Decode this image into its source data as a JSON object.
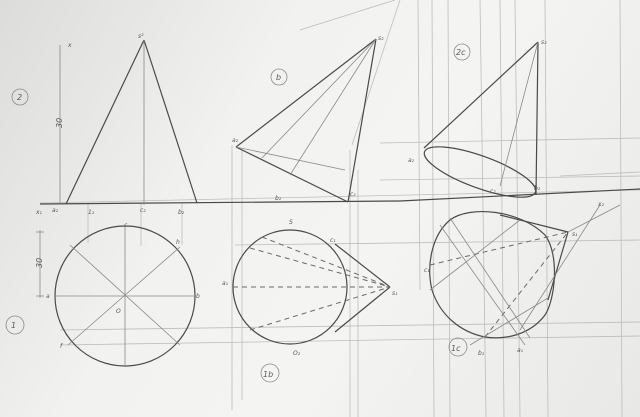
{
  "view_numbers": {
    "left_front": "2",
    "left_top": "1",
    "mid_front": "b",
    "mid_top": "1b",
    "right_front": "2c",
    "right_top": "1c"
  },
  "dimensions": {
    "height": "30",
    "radius": "30"
  },
  "axis_marks": {
    "axis_letter": "x",
    "axis_end": "x₁"
  },
  "point_labels": {
    "a_s2": "s²",
    "a_a2": "a₂",
    "a_12": "1₂",
    "a_c2": "c₂",
    "a_b2": "b₂",
    "a_c": "c",
    "a_b": "b",
    "a_a": "a",
    "a_o": "O",
    "a_f": "f",
    "a_h": "h",
    "b_s2": "s₂",
    "b_a2": "a₂",
    "b_b2": "b₂",
    "b_c2": "c₂",
    "b_s": "S",
    "b_s1": "s₁",
    "b_a1": "a₁",
    "b_c1": "c₁",
    "b_o": "O₂",
    "c_s2": "s₂",
    "c_a2": "a₂",
    "c_c2": "c₂",
    "c_b2": "b₂",
    "c_x": "x₂",
    "c_s1": "s₁",
    "c_c1": "c₁",
    "c_b1": "b₁",
    "c_a1": "a₁"
  }
}
